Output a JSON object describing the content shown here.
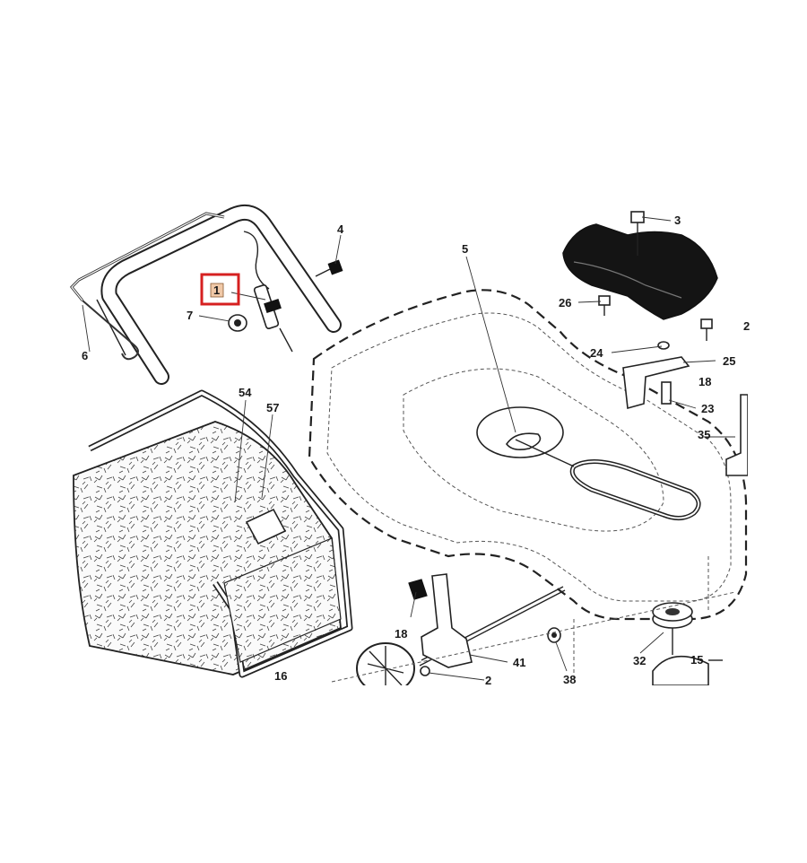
{
  "diagram": {
    "highlighted_part": "1",
    "highlight_color": "#d62020",
    "callouts": [
      "1",
      "2",
      "3",
      "4",
      "5",
      "6",
      "7",
      "15",
      "16",
      "18",
      "18",
      "23",
      "24",
      "25",
      "26",
      "32",
      "35",
      "38",
      "41",
      "54",
      "57",
      "2"
    ]
  }
}
